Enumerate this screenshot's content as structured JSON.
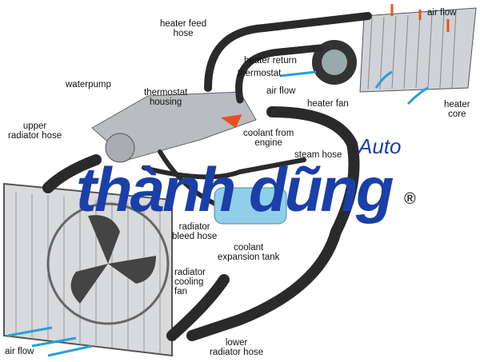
{
  "labels": {
    "heater_feed_hose": "heater feed\nhose",
    "air_flow_top": "air flow",
    "heater_return": "heater return",
    "thermostat": "thermostat",
    "air_flow_mid": "air flow",
    "heater_fan": "heater fan",
    "heater_core": "heater\ncore",
    "waterpump": "waterpump",
    "thermostat_housing": "thermostat\nhousing",
    "upper_radiator_hose": "upper\nradiator hose",
    "coolant_from_engine": "coolant from\nengine",
    "steam_hose": "steam hose",
    "radiator_bleed_hose": "radiator\nbleed hose",
    "coolant_expansion_tank": "coolant\nexpansion tank",
    "radiator_cooling_fan": "radiator\ncooling\nfan",
    "lower_radiator_hose": "lower\nradiator hose",
    "air_flow_bottom": "air flow"
  },
  "watermark": {
    "main": "thành dũng",
    "sub": "Auto",
    "mark": "®"
  },
  "colors": {
    "hose": "#2a2a2a",
    "hot_arrow": "#e8501e",
    "cool_arrow": "#2a9fd6",
    "watermark": "#1a3fa8",
    "tank": "#8fd0e8"
  }
}
